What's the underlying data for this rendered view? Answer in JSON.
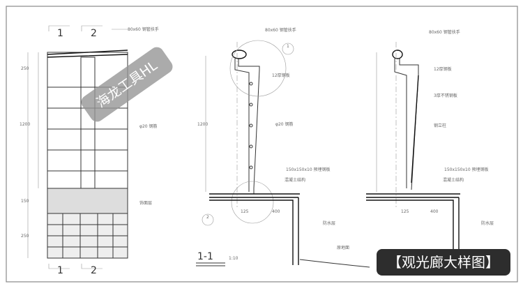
{
  "elevation": {
    "section_marks": [
      "1",
      "2"
    ],
    "labels": [
      "80x60 钢管扶手",
      "φ20 钢筋",
      "饰面层"
    ],
    "dims": [
      "250",
      "1200",
      "150",
      "250"
    ]
  },
  "section_a": {
    "labels": [
      "80x60 钢管扶手",
      "12厚钢板",
      "φ20 钢筋",
      "150x150x10 预埋钢板",
      "混凝土结构",
      "防水层",
      "原地面"
    ],
    "detail_marks": [
      "1",
      "2"
    ],
    "dims": [
      "125",
      "400",
      "1200"
    ],
    "title": "1-1",
    "scale": "1:10"
  },
  "section_b": {
    "labels": [
      "80x60 钢管扶手",
      "12厚钢板",
      "3厚不锈钢板",
      "钢立柱",
      "150x150x10 预埋钢板",
      "混凝土结构",
      "防水层"
    ],
    "dims": [
      "125",
      "400"
    ]
  },
  "watermark": "海龙工具HL",
  "badge": "【观光廊大样图】"
}
